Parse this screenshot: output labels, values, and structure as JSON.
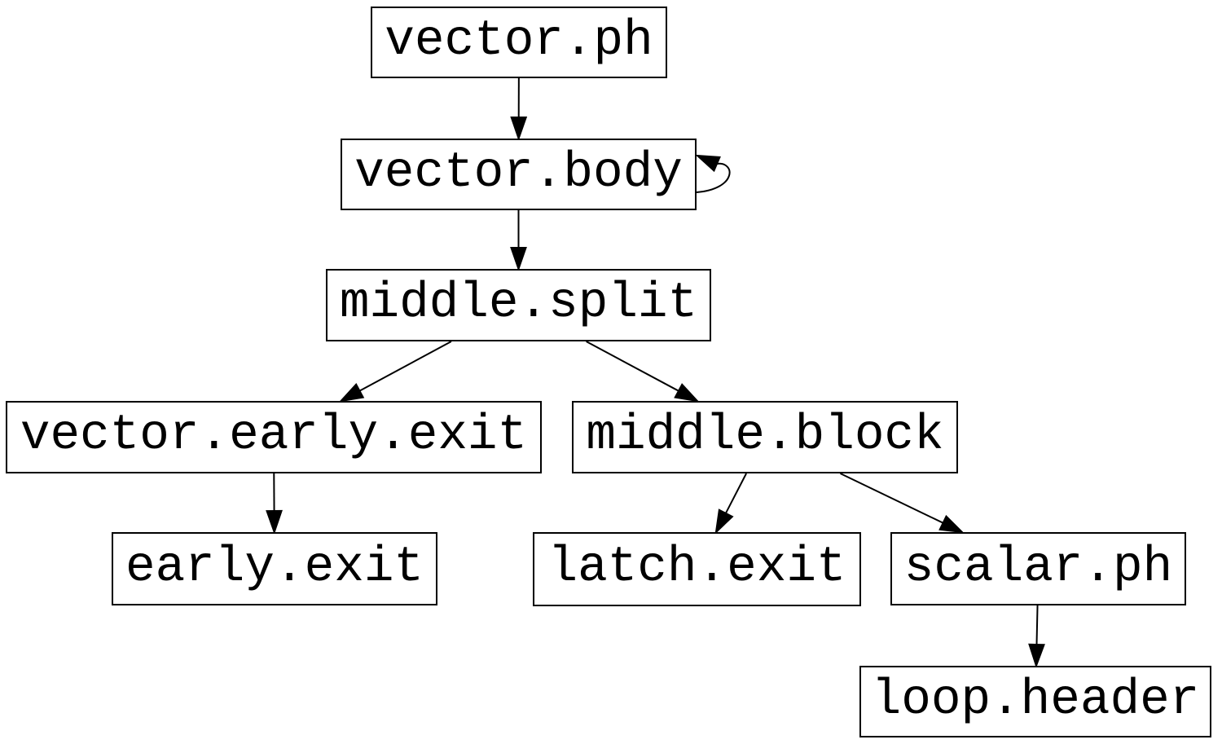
{
  "graph": {
    "type": "control-flow-graph",
    "background_color": "#ffffff",
    "line_color": "#000000",
    "text_color": "#000000",
    "nodes": [
      {
        "id": "vector.ph",
        "label": "vector.ph"
      },
      {
        "id": "vector.body",
        "label": "vector.body"
      },
      {
        "id": "middle.split",
        "label": "middle.split"
      },
      {
        "id": "vector.early.exit",
        "label": "vector.early.exit"
      },
      {
        "id": "middle.block",
        "label": "middle.block"
      },
      {
        "id": "early.exit",
        "label": "early.exit"
      },
      {
        "id": "latch.exit",
        "label": "latch.exit"
      },
      {
        "id": "scalar.ph",
        "label": "scalar.ph"
      },
      {
        "id": "loop.header",
        "label": "loop.header"
      }
    ],
    "edges": [
      {
        "from": "vector.ph",
        "to": "vector.body"
      },
      {
        "from": "vector.body",
        "to": "vector.body",
        "self": true
      },
      {
        "from": "vector.body",
        "to": "middle.split"
      },
      {
        "from": "middle.split",
        "to": "vector.early.exit"
      },
      {
        "from": "middle.split",
        "to": "middle.block"
      },
      {
        "from": "vector.early.exit",
        "to": "early.exit"
      },
      {
        "from": "middle.block",
        "to": "latch.exit"
      },
      {
        "from": "middle.block",
        "to": "scalar.ph"
      },
      {
        "from": "scalar.ph",
        "to": "loop.header"
      }
    ]
  }
}
